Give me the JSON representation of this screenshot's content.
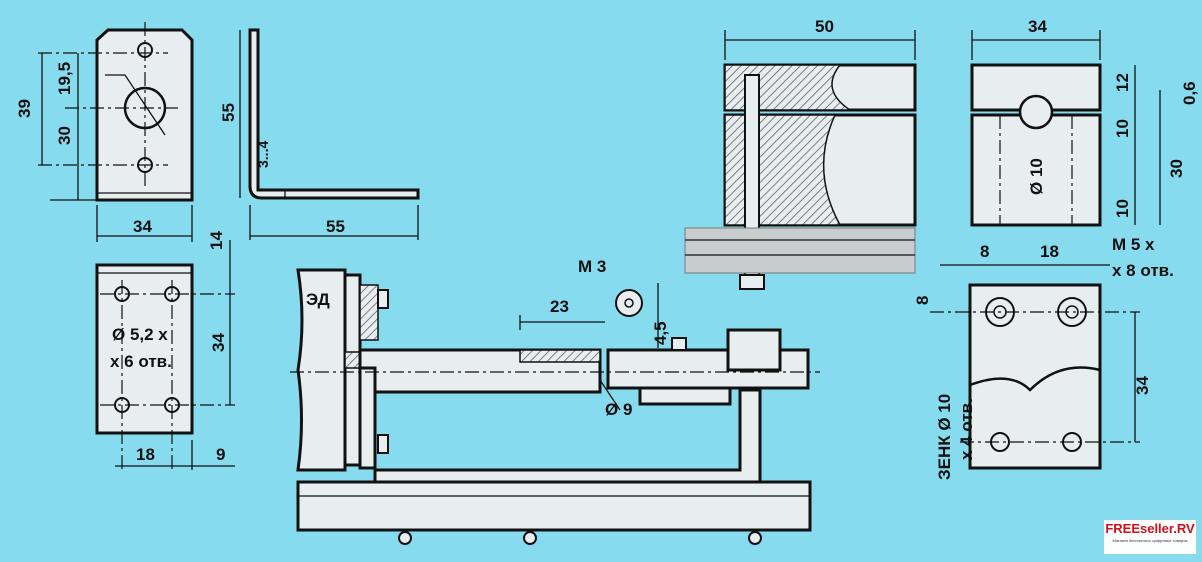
{
  "labels": {
    "bracket_39": "39",
    "bracket_19_5": "19,5",
    "bracket_30": "30",
    "bracket_width_34": "34",
    "angle_height_55": "55",
    "angle_thickness": "3...4",
    "angle_length_55": "55",
    "plate_14": "14",
    "plate_34": "34",
    "plate_holes_1": "Ø 5,2 x",
    "plate_holes_2": "x 6 отв.",
    "plate_18": "18",
    "plate_9": "9",
    "motor": "ЭД",
    "m3": "М 3",
    "dim_23": "23",
    "dim_4_5": "4,5",
    "dia_9": "Ø 9",
    "clamp_50": "50",
    "block_34": "34",
    "block_12": "12",
    "block_0_6": "0,6",
    "block_10a": "10",
    "block_30": "30",
    "block_10b": "10",
    "block_dia_10": "Ø 10",
    "block_8": "8",
    "block_18": "18",
    "m5_1": "М 5 x",
    "m5_2": "x 8 отв.",
    "base_8": "8",
    "base_34": "34",
    "countersink": "ЗЕНК Ø 10",
    "countersink_count": "x 4 отв."
  },
  "watermark": {
    "title": "FREEseller.RV",
    "subtitle": "Магазин бесплатных цифровых товаров"
  },
  "colors": {
    "background": "#86dcee",
    "part": "#e8eef0"
  }
}
